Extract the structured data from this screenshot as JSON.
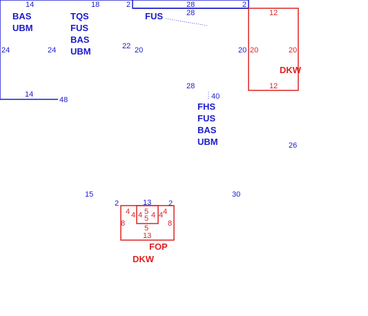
{
  "colors": {
    "building": "#1a1acc",
    "deck": "#dd2222"
  },
  "area_labels": {
    "left_wing": [
      "BAS",
      "UBM"
    ],
    "middle_wing": [
      "TQS",
      "FUS",
      "BAS",
      "UBM"
    ],
    "upper_fus": "FUS",
    "main": [
      "FHS",
      "FUS",
      "BAS",
      "UBM"
    ],
    "deck_right": "DKW",
    "fop": "FOP",
    "deck_bottom": "DKW"
  },
  "dimensions": {
    "left_top": "14",
    "left_left": "24",
    "left_right": "24",
    "left_bottom": "14",
    "mid_top": "18",
    "step_top": "2",
    "mid_side": "22",
    "left_junction": "48",
    "box_top_outer": "28",
    "box_top_inner": "28",
    "box_step": "2",
    "box_left": "20",
    "box_right": "20",
    "box_bottom": "28",
    "main_side": "40",
    "deck_top": "12",
    "deck_left": "20",
    "deck_right": "20",
    "deck_bottom": "12",
    "main_right": "26",
    "bottom_left": "15",
    "bottom_right": "30",
    "notch_left": "2",
    "notch_top": "13",
    "notch_right": "2",
    "fop_a": "4",
    "fop_b": "4",
    "fop_c": "4",
    "fop_d": "5",
    "fop_e": "4",
    "fop_f": "4",
    "fop_g": "5",
    "fop_h": "5",
    "fop_left": "8",
    "fop_right": "8",
    "fop_bottom": "13"
  }
}
